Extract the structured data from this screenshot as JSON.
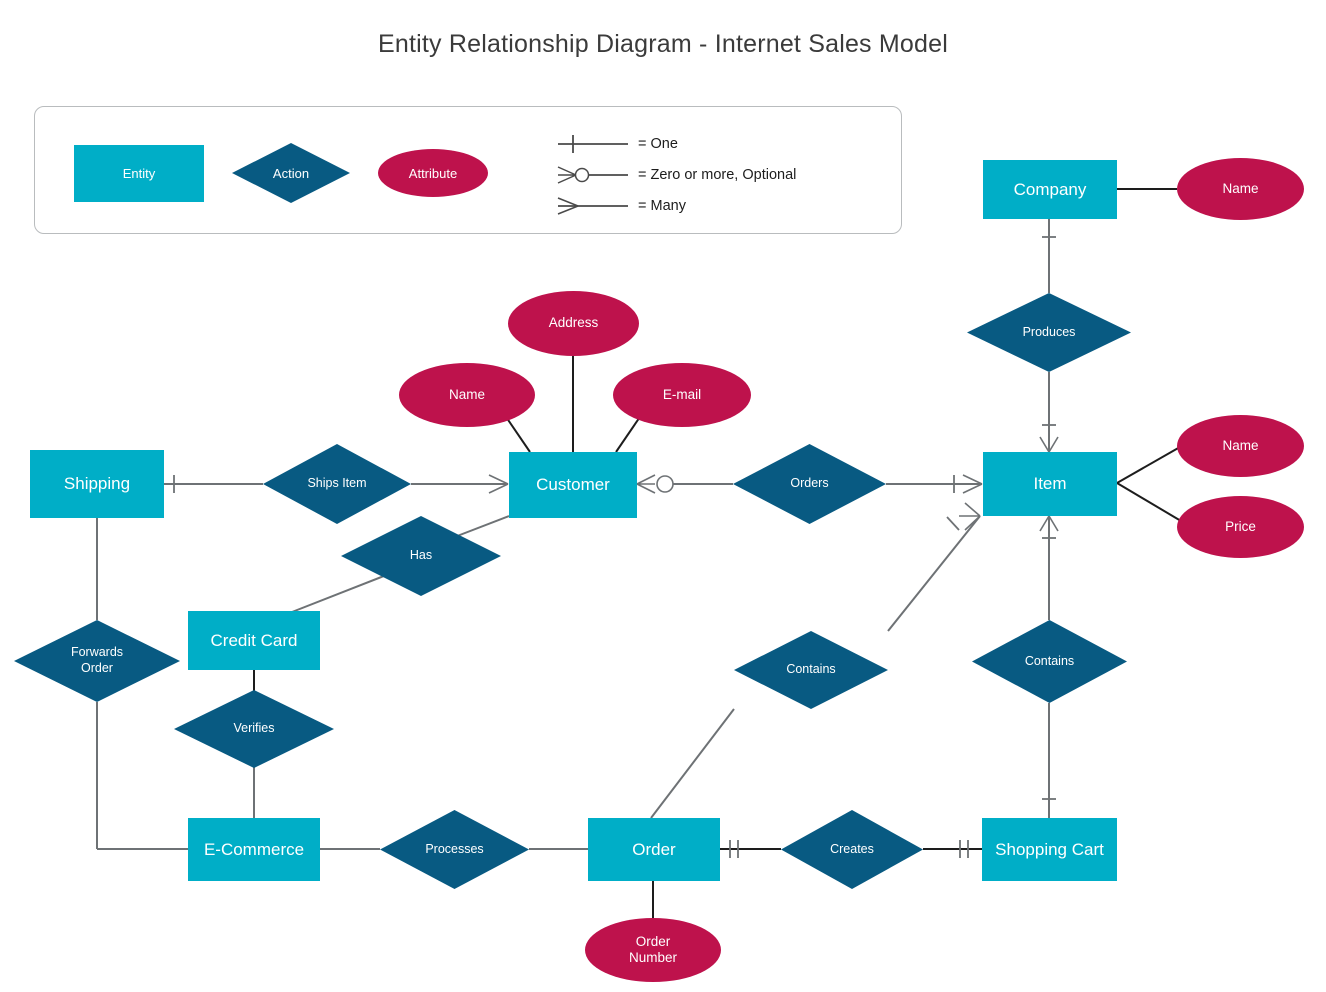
{
  "title": "Entity Relationship Diagram - Internet Sales Model",
  "legend": {
    "entity_label": "Entity",
    "action_label": "Action",
    "attribute_label": "Attribute",
    "notations": [
      {
        "symbol": "one",
        "text": "= One"
      },
      {
        "symbol": "zero-or-more-optional",
        "text": "= Zero or more, Optional"
      },
      {
        "symbol": "many",
        "text": "= Many"
      }
    ]
  },
  "colors": {
    "entity": "#00AEC7",
    "action": "#085A82",
    "attribute": "#BE124C",
    "line": "#6e7275",
    "attribute_line": "#1d1d1d",
    "title_text": "#3B3B3B",
    "legend_border": "#B9BCBE"
  },
  "entities": [
    {
      "id": "shipping",
      "label": "Shipping"
    },
    {
      "id": "customer",
      "label": "Customer"
    },
    {
      "id": "company",
      "label": "Company"
    },
    {
      "id": "item",
      "label": "Item"
    },
    {
      "id": "credit_card",
      "label": "Credit Card"
    },
    {
      "id": "ecommerce",
      "label": "E-Commerce"
    },
    {
      "id": "order",
      "label": "Order"
    },
    {
      "id": "shopping_cart",
      "label": "Shopping Cart"
    }
  ],
  "actions": [
    {
      "id": "produces",
      "label": "Produces"
    },
    {
      "id": "ships_item",
      "label": "Ships Item"
    },
    {
      "id": "orders",
      "label": "Orders"
    },
    {
      "id": "has",
      "label": "Has"
    },
    {
      "id": "forwards_order",
      "label": "Forwards\nOrder"
    },
    {
      "id": "verifies",
      "label": "Verifies"
    },
    {
      "id": "contains_order",
      "label": "Contains"
    },
    {
      "id": "contains_cart",
      "label": "Contains"
    },
    {
      "id": "processes",
      "label": "Processes"
    },
    {
      "id": "creates",
      "label": "Creates"
    }
  ],
  "attributes": [
    {
      "id": "customer_address",
      "label": "Address",
      "owner": "customer"
    },
    {
      "id": "customer_name",
      "label": "Name",
      "owner": "customer"
    },
    {
      "id": "customer_email",
      "label": "E-mail",
      "owner": "customer"
    },
    {
      "id": "company_name",
      "label": "Name",
      "owner": "company"
    },
    {
      "id": "item_name",
      "label": "Name",
      "owner": "item"
    },
    {
      "id": "item_price",
      "label": "Price",
      "owner": "item"
    },
    {
      "id": "order_number",
      "label": "Order\nNumber",
      "owner": "order"
    }
  ],
  "relationships": [
    {
      "from": "company",
      "action": "produces",
      "to": "item",
      "from_card": "one",
      "to_card": "many-one"
    },
    {
      "from": "shipping",
      "action": "ships_item",
      "to": "customer",
      "from_card": "one",
      "to_card": "many"
    },
    {
      "from": "customer",
      "action": "orders",
      "to": "item",
      "from_card": "zero-or-more-optional",
      "to_card": "many-one"
    },
    {
      "from": "customer",
      "action": "has",
      "to": "credit_card",
      "from_card": "none",
      "to_card": "none"
    },
    {
      "from": "shipping",
      "action": "forwards_order",
      "to": "ecommerce",
      "from_card": "none",
      "to_card": "none"
    },
    {
      "from": "credit_card",
      "action": "verifies",
      "to": "ecommerce",
      "from_card": "none",
      "to_card": "none"
    },
    {
      "from": "order",
      "action": "contains_order",
      "to": "item",
      "from_card": "none",
      "to_card": "many-one"
    },
    {
      "from": "item",
      "action": "contains_cart",
      "to": "shopping_cart",
      "from_card": "many-one",
      "to_card": "one"
    },
    {
      "from": "ecommerce",
      "action": "processes",
      "to": "order",
      "from_card": "none",
      "to_card": "none"
    },
    {
      "from": "order",
      "action": "creates",
      "to": "shopping_cart",
      "from_card": "one",
      "to_card": "one"
    }
  ]
}
